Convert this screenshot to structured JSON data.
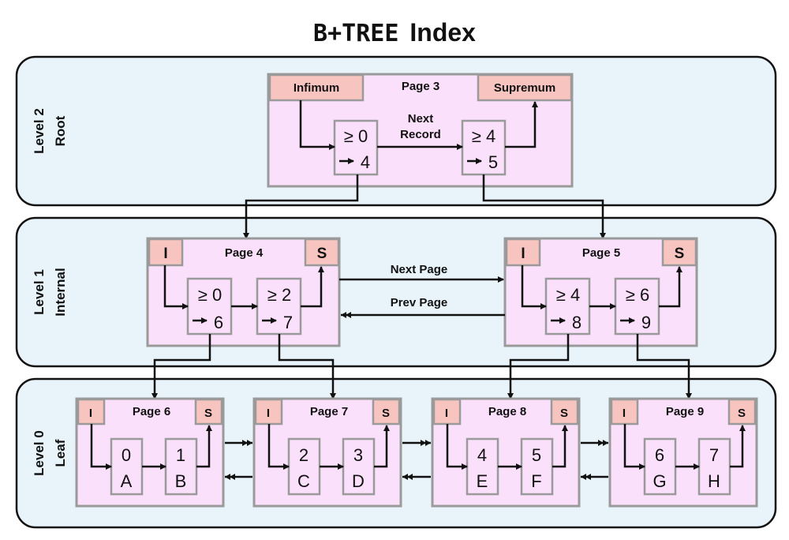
{
  "title": {
    "mono": "B+TREE",
    "sans": "Index"
  },
  "levels": [
    {
      "line1": "Level 2",
      "line2": "Root"
    },
    {
      "line1": "Level 1",
      "line2": "Internal"
    },
    {
      "line1": "Level 0",
      "line2": "Leaf"
    }
  ],
  "root": {
    "title": "Page 3",
    "infimum": "Infimum",
    "supremum": "Supremum",
    "next_record_line1": "Next",
    "next_record_line2": "Record",
    "records": [
      {
        "key": "≥ 0",
        "ptr": "4"
      },
      {
        "key": "≥ 4",
        "ptr": "5"
      }
    ]
  },
  "internal": {
    "next_page": "Next Page",
    "prev_page": "Prev Page",
    "pages": [
      {
        "title": "Page 4",
        "inf": "I",
        "sup": "S",
        "records": [
          {
            "key": "≥ 0",
            "ptr": "6"
          },
          {
            "key": "≥ 2",
            "ptr": "7"
          }
        ]
      },
      {
        "title": "Page 5",
        "inf": "I",
        "sup": "S",
        "records": [
          {
            "key": "≥ 4",
            "ptr": "8"
          },
          {
            "key": "≥ 6",
            "ptr": "9"
          }
        ]
      }
    ]
  },
  "leaf": {
    "pages": [
      {
        "title": "Page 6",
        "inf": "I",
        "sup": "S",
        "records": [
          {
            "key": "0",
            "val": "A"
          },
          {
            "key": "1",
            "val": "B"
          }
        ]
      },
      {
        "title": "Page 7",
        "inf": "I",
        "sup": "S",
        "records": [
          {
            "key": "2",
            "val": "C"
          },
          {
            "key": "3",
            "val": "D"
          }
        ]
      },
      {
        "title": "Page 8",
        "inf": "I",
        "sup": "S",
        "records": [
          {
            "key": "4",
            "val": "E"
          },
          {
            "key": "5",
            "val": "F"
          }
        ]
      },
      {
        "title": "Page 9",
        "inf": "I",
        "sup": "S",
        "records": [
          {
            "key": "6",
            "val": "G"
          },
          {
            "key": "7",
            "val": "H"
          }
        ]
      }
    ]
  }
}
